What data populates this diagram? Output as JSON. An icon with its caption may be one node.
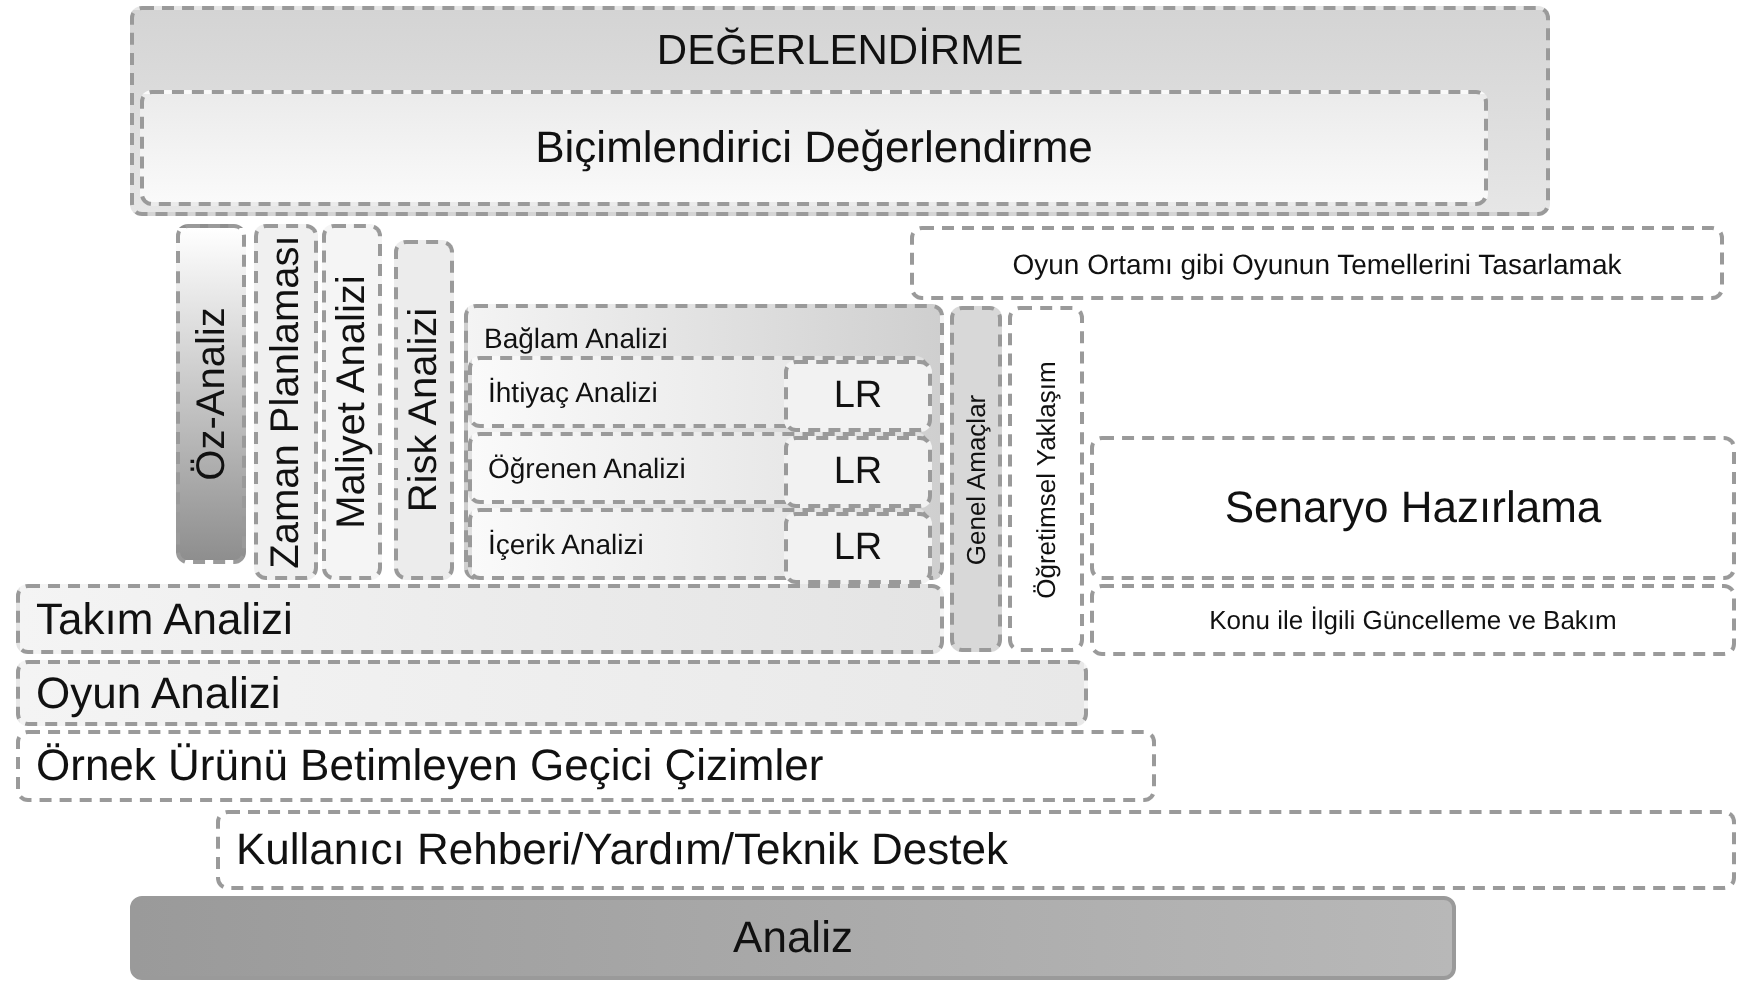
{
  "diagram": {
    "nodes": [
      {
        "text": [
          "DEĞERLENDİRME"
        ]
      },
      {
        "text": [
          "Biçimlendirici Değerlendirme"
        ],
        "in": 0
      },
      {
        "text": [
          "Öz-Analiz"
        ]
      },
      {
        "text": [
          "Zaman Planlaması"
        ]
      },
      {
        "text": [
          "Maliyet Analizi"
        ]
      },
      {
        "text": [
          "Risk Analizi"
        ]
      },
      {
        "text": [
          "Oyun Ortamı gibi Oyunun Temellerini Tasarlamak"
        ]
      },
      {
        "text": [
          "Bağlam Analizi"
        ]
      },
      {
        "text": [
          "İhtiyaç Analizi"
        ],
        "in": 7
      },
      {
        "text": [
          "LR"
        ],
        "in": 8
      },
      {
        "text": [
          "Öğrenen Analizi"
        ],
        "in": 7
      },
      {
        "text": [
          "LR"
        ],
        "in": 10
      },
      {
        "text": [
          "İçerik Analizi"
        ],
        "in": 7
      },
      {
        "text": [
          "LR"
        ],
        "in": 12
      },
      {
        "text": [
          "Genel Amaçlar"
        ]
      },
      {
        "text": [
          "Öğretimsel Yaklaşım"
        ]
      },
      {
        "text": [
          "Senaryo Hazırlama"
        ]
      },
      {
        "text": [
          "Konu ile İlgili Güncelleme ve Bakım"
        ]
      },
      {
        "text": [
          "Takım Analizi"
        ]
      },
      {
        "text": [
          "Oyun Analizi"
        ]
      },
      {
        "text": [
          "Örnek Ürünü Betimleyen Geçici Çizimler"
        ]
      },
      {
        "text": [
          "Kullanıcı Rehberi/Yardım/Teknik Destek"
        ]
      },
      {
        "text": [
          "Analiz"
        ]
      }
    ],
    "edges": []
  }
}
